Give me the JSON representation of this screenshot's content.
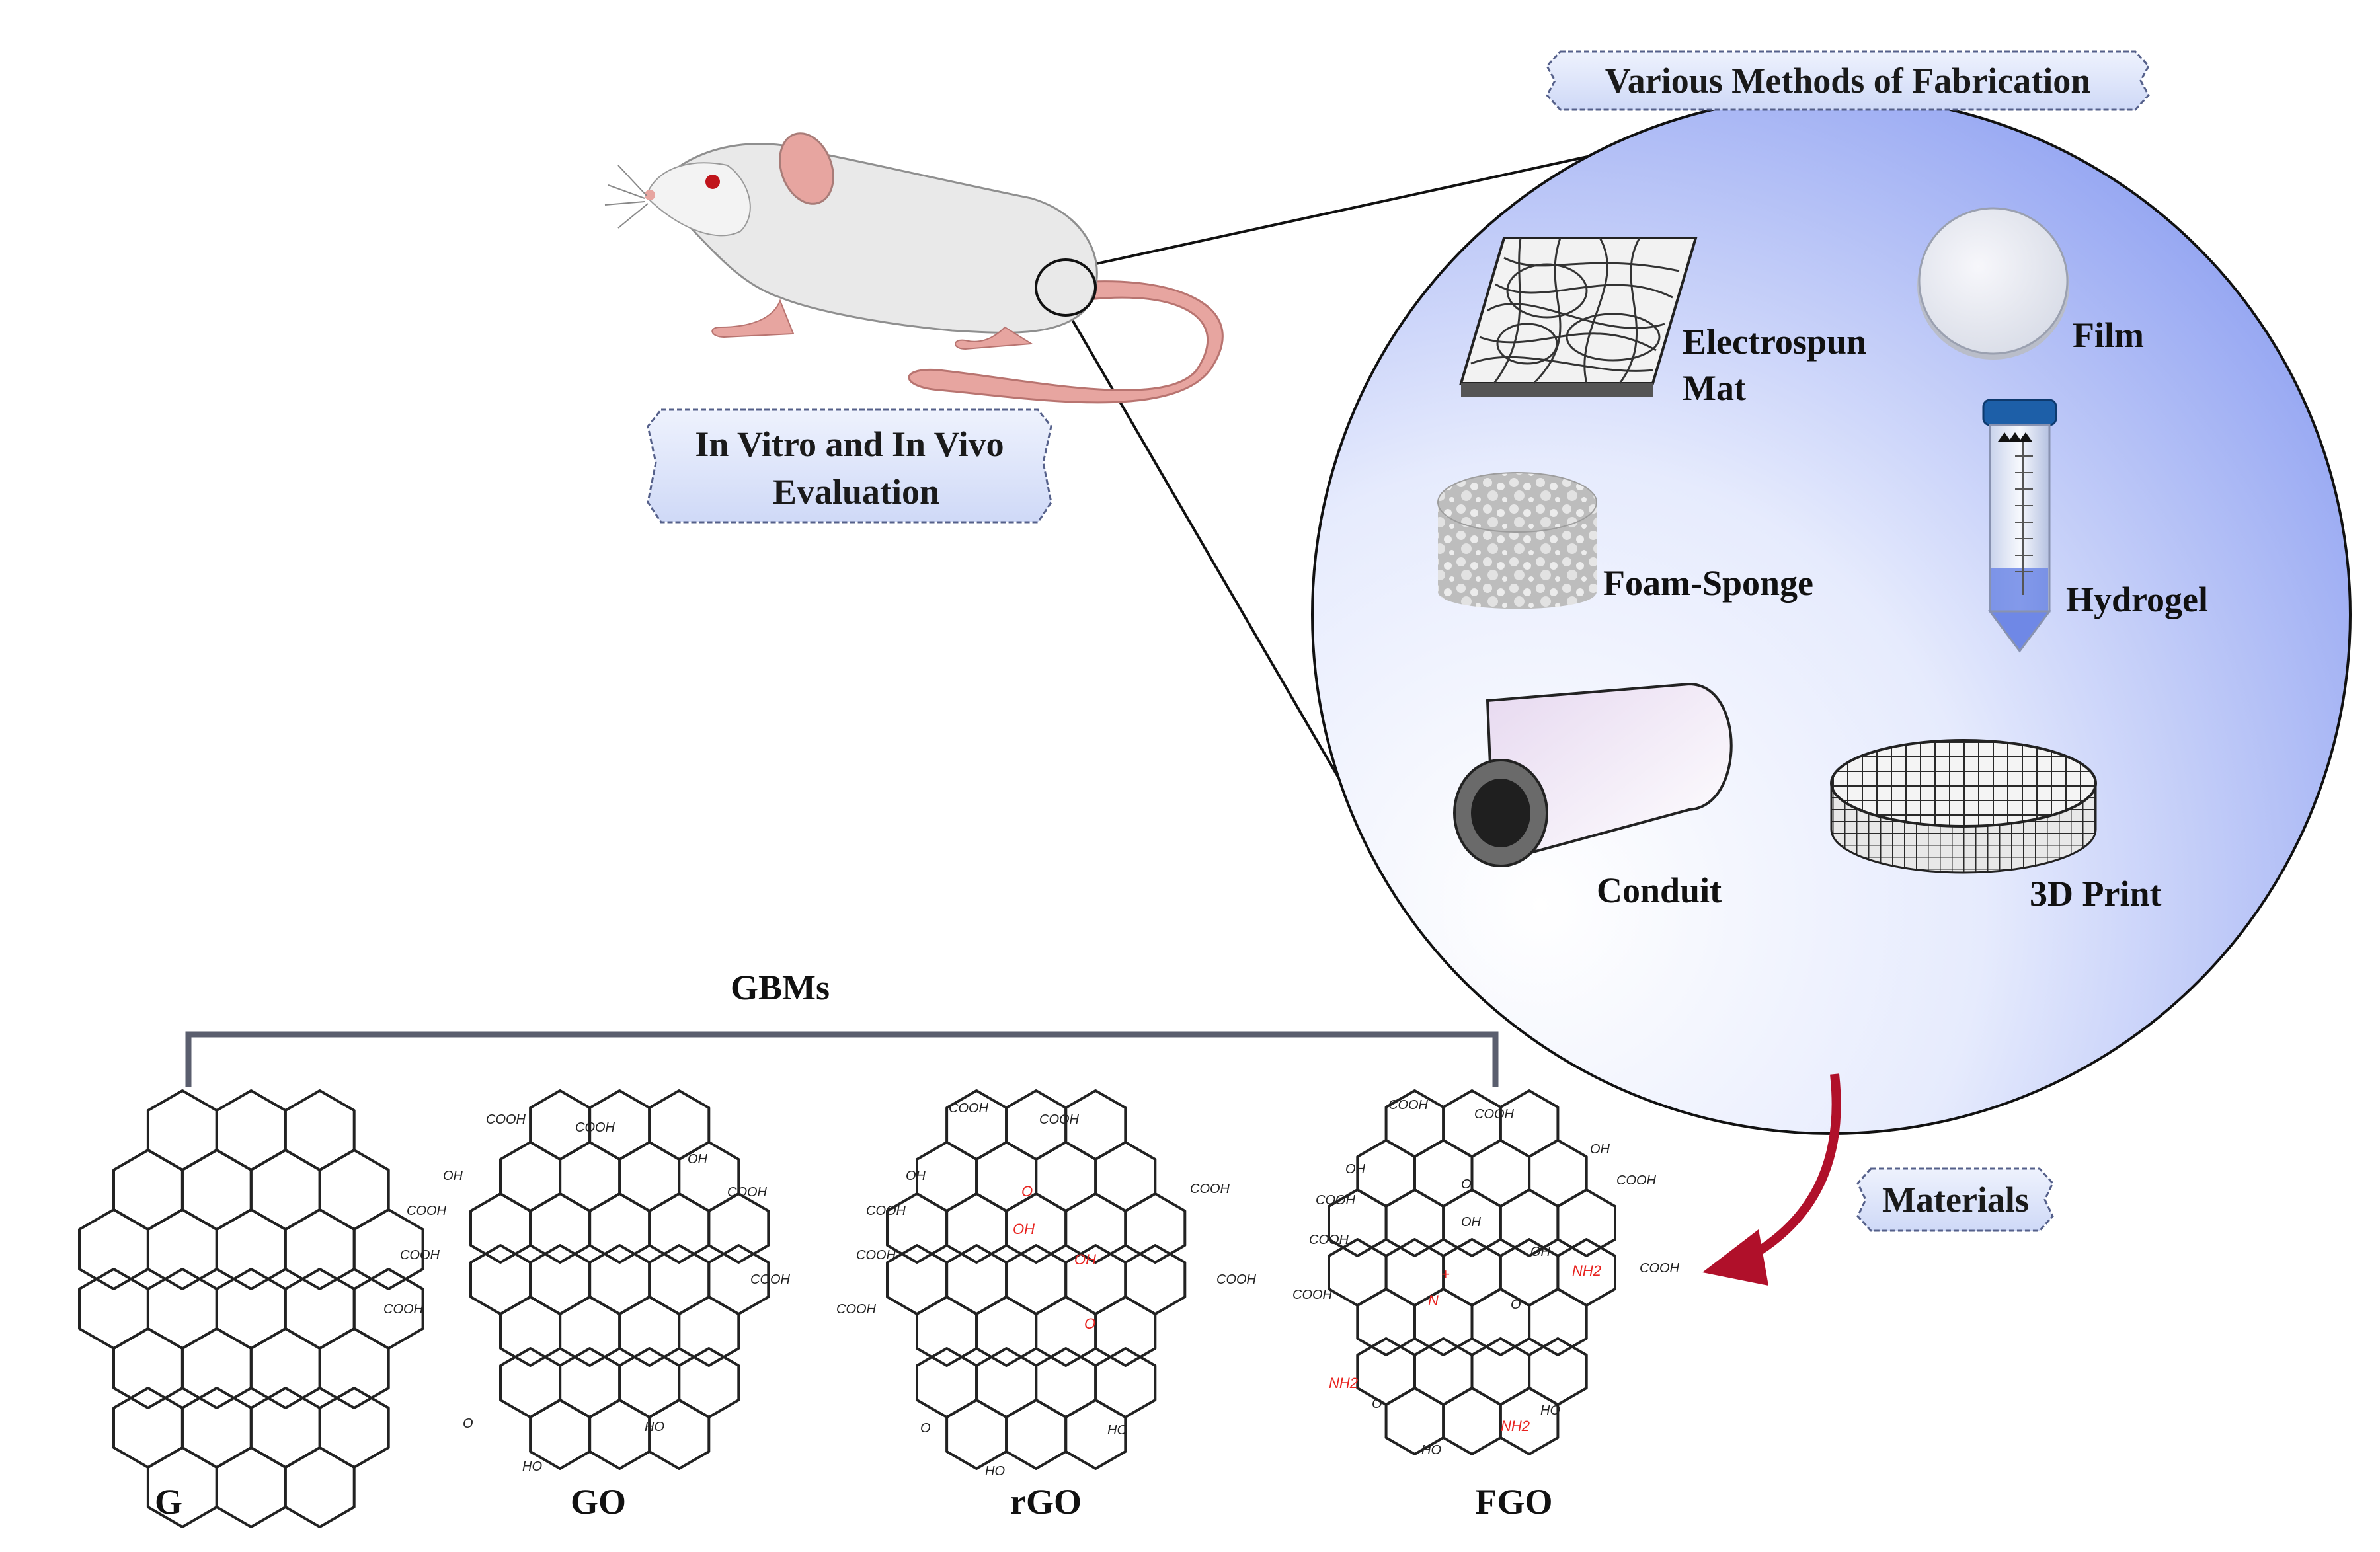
{
  "banners": {
    "fabrication": "Various Methods of Fabrication",
    "evaluation_line1": "In Vitro and In Vivo",
    "evaluation_line2": "Evaluation",
    "materials": "Materials"
  },
  "fabrication_methods": {
    "electrospun_line1": "Electrospun",
    "electrospun_line2": "Mat",
    "film": "Film",
    "foam": "Foam-Sponge",
    "hydrogel": "Hydrogel",
    "conduit": "Conduit",
    "print3d": "3D Print"
  },
  "gbms": {
    "title": "GBMs",
    "labels": [
      "G",
      "GO",
      "rGO",
      "FGO"
    ]
  },
  "chem_labels": {
    "cooh": "COOH",
    "oh": "OH",
    "ho": "HO",
    "o": "O",
    "nh2": "NH2",
    "n": "N",
    "plus": "+"
  },
  "colors": {
    "banner_fill": "#dfe6fb",
    "circle_center": "#ffffff",
    "circle_edge": "#8fa0f2",
    "bracket": "#5a5e6e",
    "arrow": "#b0102a",
    "red_group": "#e8231f",
    "mouse_body": "#e9e9e9",
    "mouse_pink": "#e7a5a0"
  }
}
